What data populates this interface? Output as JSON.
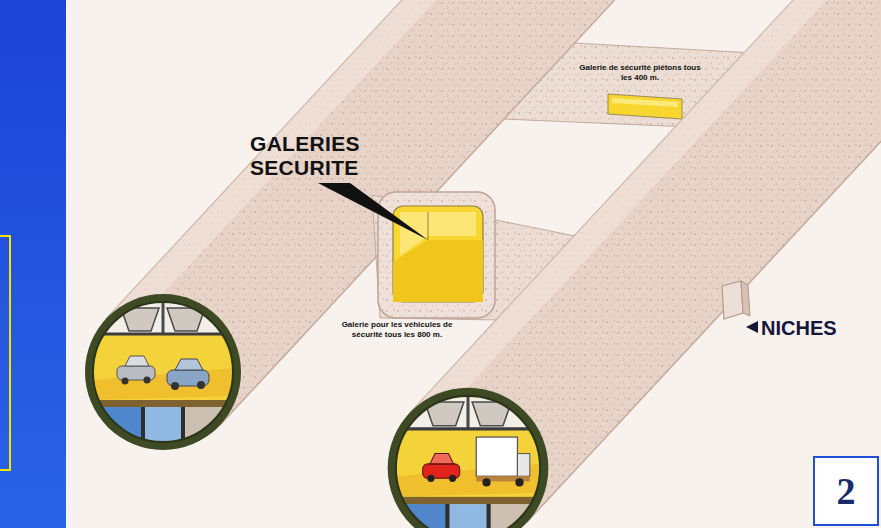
{
  "diagram": {
    "nodes": [
      {
        "text": [
          "2"
        ]
      }
    ],
    "labels": [
      "GALERIES SECURITE",
      "Galerie de sécurité piétons tous les 400 m.",
      "Galerie pour les véhicules de sécurité tous les 800 m.",
      "NICHES"
    ]
  }
}
